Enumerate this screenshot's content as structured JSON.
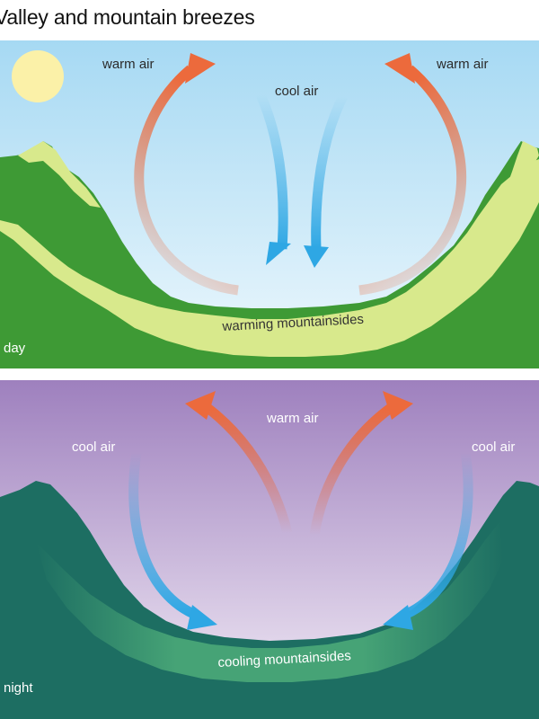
{
  "title": "Valley and mountain breezes",
  "day": {
    "label": "day",
    "warm_air_left": "warm air",
    "warm_air_right": "warm air",
    "cool_air": "cool air",
    "slope_label": "warming mountainsides"
  },
  "night": {
    "label": "night",
    "warm_air": "warm air",
    "cool_air_left": "cool air",
    "cool_air_right": "cool air",
    "slope_label": "cooling mountainsides"
  },
  "colors": {
    "day_sky_top": "#a6d9f3",
    "day_sky_bottom": "#eef8fd",
    "sun": "#fbf1a8",
    "day_mountain": "#3e9a35",
    "day_slope": "#d8e98c",
    "night_sky_top": "#9e80be",
    "night_sky_bottom": "#f4eef7",
    "moon": "#ffffff",
    "night_mountain": "#1d6e62",
    "night_slope": "#46a376",
    "warm_arrow": "#ec6a3c",
    "cool_arrow": "#2ea7e4"
  },
  "icons": {
    "sun": "sun-icon",
    "moon": "crescent-moon-icon"
  }
}
